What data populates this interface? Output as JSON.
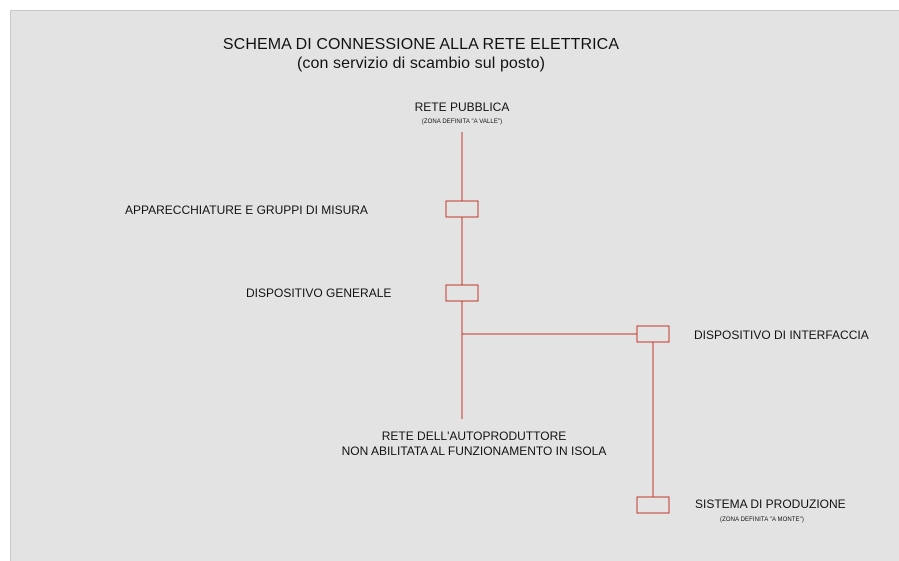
{
  "title": "SCHEMA DI CONNESSIONE ALLA RETE ELETTRICA",
  "subtitle": "(con servizio di scambio sul posto)",
  "nodes": {
    "public_grid": {
      "label": "RETE PUBBLICA",
      "note": "(ZONA DEFINITA \"A VALLE\")"
    },
    "metering": {
      "label": "APPARECCHIATURE E GRUPPI DI MISURA"
    },
    "main_device": {
      "label": "DISPOSITIVO GENERALE"
    },
    "interface_device": {
      "label": "DISPOSITIVO DI INTERFACCIA"
    },
    "self_producer_grid": {
      "line1": "RETE DELL'AUTOPRODUTTORE",
      "line2": "NON ABILITATA AL FUNZIONAMENTO IN ISOLA"
    },
    "production_system": {
      "label": "SISTEMA DI PRODUZIONE",
      "note": "(ZONA DEFINITA \"A MONTE\")"
    }
  },
  "colors": {
    "line": "#c0392b",
    "background": "#e3e3e3",
    "text": "#111111"
  }
}
